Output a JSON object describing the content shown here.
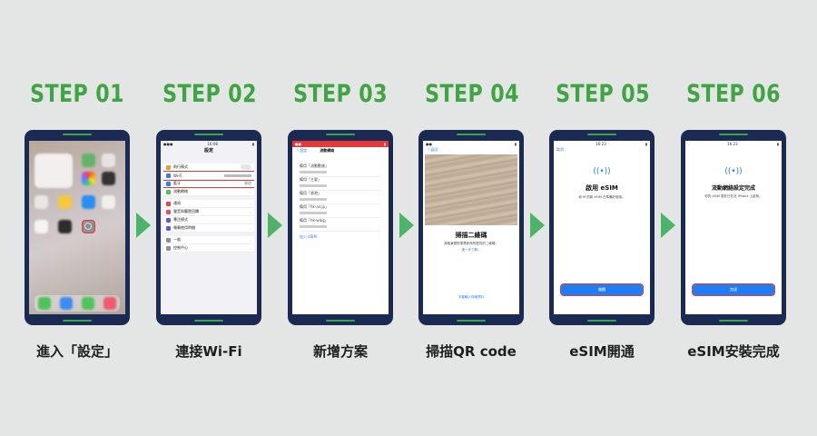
{
  "steps": [
    {
      "title": "STEP 01",
      "caption": "進入「設定」"
    },
    {
      "title": "STEP 02",
      "caption": "連接Wi-Fi"
    },
    {
      "title": "STEP 03",
      "caption": "新增方案"
    },
    {
      "title": "STEP 04",
      "caption": "掃描QR code"
    },
    {
      "title": "STEP 05",
      "caption": "eSIM開通"
    },
    {
      "title": "STEP 06",
      "caption": "eSIM安裝完成"
    }
  ],
  "colors": {
    "title": "#3fa442",
    "phone": "#1a2a52",
    "arrow": "#4eb36a",
    "highlight": "#e23b3b",
    "button": "#1f7ef4"
  },
  "phone2": {
    "time": "16:08",
    "header": "設定",
    "rows": [
      "飛行模式",
      "Wi-Fi",
      "藍牙",
      "流動網絡",
      "通知",
      "聲音與觸覺回饋",
      "專注模式",
      "螢幕使用時間",
      "一般",
      "控制中心"
    ],
    "bt_value": "開啟"
  },
  "phone3": {
    "back": "〈 設定",
    "header": "流動網絡",
    "plans": [
      "備用「流動數據」",
      "備用「主要」",
      "備用「香港」",
      "備用「hk-air.jp」",
      "備用「hk-wlog」"
    ],
    "add": "加入 eSIM"
  },
  "phone4": {
    "back": "〈 返回",
    "title": "掃描二維碼",
    "desc": "將取景框對準電訊商所提供的二維碼。",
    "more": "進一步了解…",
    "manual": "手動輸入詳細資料"
  },
  "phone5": {
    "cancel": "取消",
    "title": "啟用 eSIM",
    "desc": "你 M 的新 eSIM 已準備好使用。",
    "button": "繼續"
  },
  "phone6": {
    "title": "流動網絡設定完成",
    "desc": "你的 eSIM 現在已在此 iPhone 上啟用。",
    "button": "完成"
  }
}
